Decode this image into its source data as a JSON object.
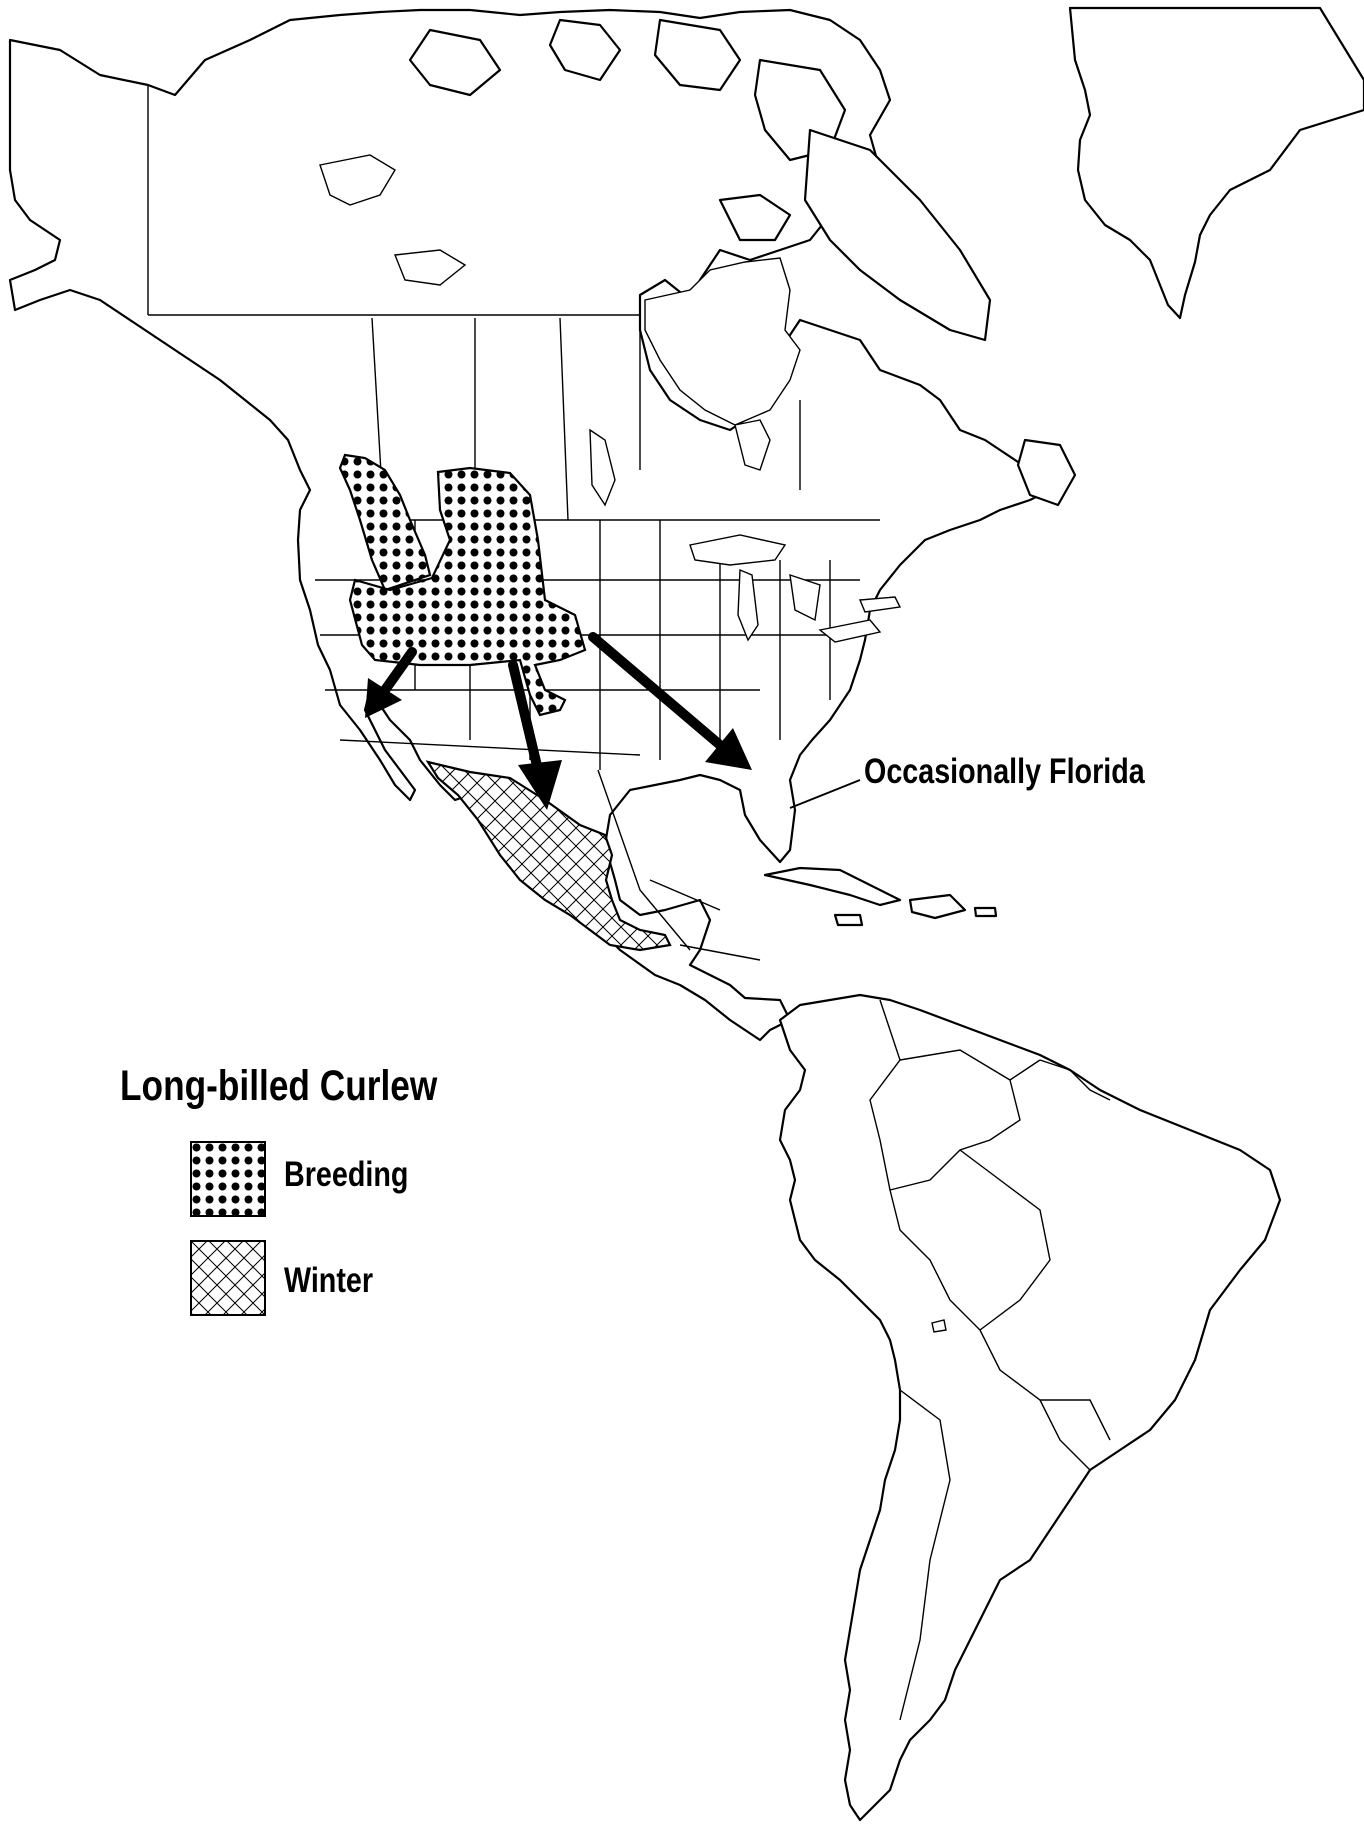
{
  "map": {
    "species_title": "Long-billed Curlew",
    "legend": {
      "breeding_label": "Breeding",
      "winter_label": "Winter"
    },
    "annotation": "Occasionally Florida",
    "colors": {
      "ink": "#000000",
      "paper": "#ffffff"
    },
    "patterns": {
      "breeding": "dot-grid",
      "winter": "cross-hatch"
    },
    "migration_arrows": [
      "to-california",
      "to-mexico",
      "to-southeast-us"
    ]
  }
}
